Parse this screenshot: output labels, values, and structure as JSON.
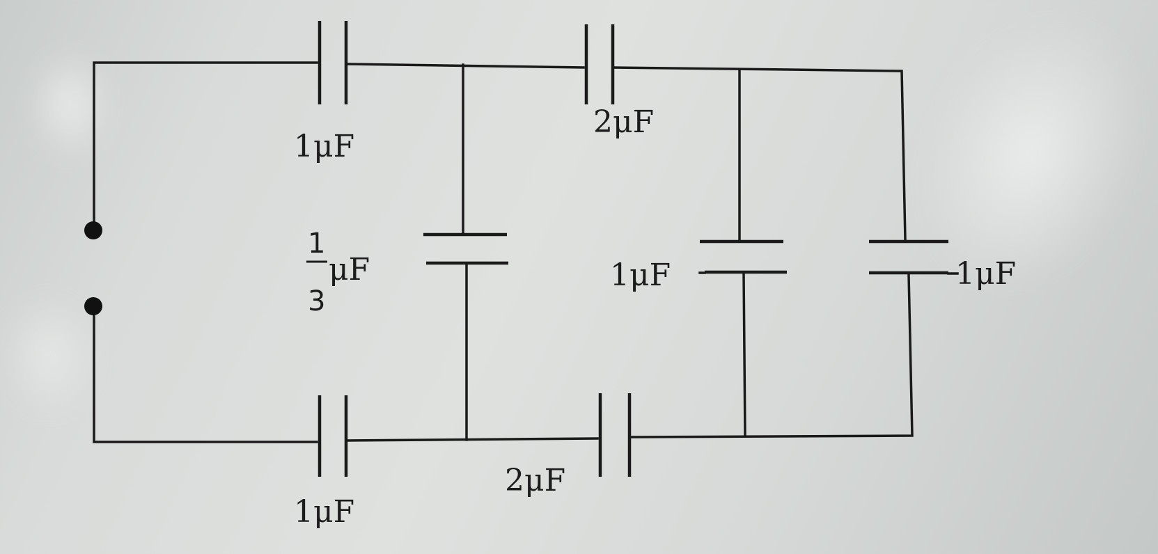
{
  "diagram": {
    "capacitors": [
      {
        "id": "top-left",
        "label": "1μF"
      },
      {
        "id": "top-right",
        "label": "2μF"
      },
      {
        "id": "middle-left",
        "label_numerator": "1",
        "label_denominator": "3",
        "label_unit": "μF"
      },
      {
        "id": "middle-center",
        "label": "1μF"
      },
      {
        "id": "middle-right",
        "label": "1μF"
      },
      {
        "id": "bottom-left",
        "label": "1μF"
      },
      {
        "id": "bottom-right",
        "label": "2μF"
      }
    ]
  }
}
